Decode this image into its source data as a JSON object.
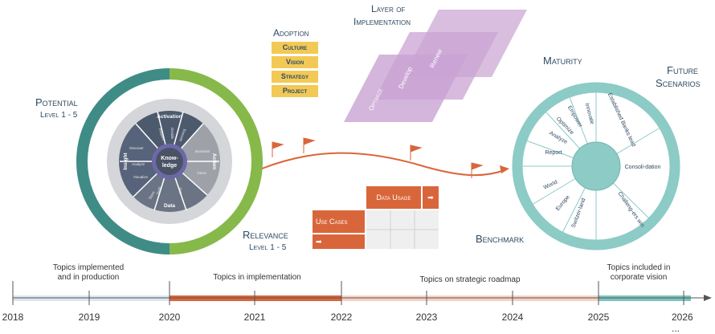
{
  "potential": {
    "title": "Potential",
    "level": "Level 1 - 5"
  },
  "relevance": {
    "title": "Relevance",
    "level": "Level 1 - 5"
  },
  "adoption": {
    "title": "Adoption",
    "items": [
      "Culture",
      "Vision",
      "Strategy",
      "Project"
    ]
  },
  "layer": {
    "title_line1": "Layer of",
    "title_line2": "Implementation",
    "layers": [
      "Optimize",
      "Develop",
      "Renew"
    ]
  },
  "maturity": {
    "title": "Maturity"
  },
  "future": {
    "line1": "Future",
    "line2": "Scenarios"
  },
  "benchmark": {
    "title": "Benchmark"
  },
  "wheel": {
    "center_line1": "Know-",
    "center_line2": "ledge",
    "sections": [
      "Activation",
      "Action",
      "Data",
      "Insight"
    ],
    "subs": [
      "Prepare",
      "Decide",
      "Execute",
      "Business",
      "Client",
      "Trust",
      "Risk",
      "Store",
      "Discover",
      "Analyze",
      "Visualize"
    ]
  },
  "maturity_wheel": {
    "segments": [
      "Innovate",
      "Empower",
      "Optimize",
      "Analyze",
      "Report",
      "World",
      "Europe",
      "Switzer-land",
      "Challeng-ers win",
      "Consoli-dation",
      "Established Banks lead"
    ]
  },
  "matrix": {
    "data_usage": "Data Usage",
    "use_cases": "Use Cases",
    "arrow": "➡"
  },
  "timeline": {
    "captions": [
      {
        "text_line1": "Topics implemented",
        "text_line2": "and in production"
      },
      {
        "text_line1": "Topics  in implementation",
        "text_line2": ""
      },
      {
        "text_line1": "Topics on strategic roadmap",
        "text_line2": ""
      },
      {
        "text_line1": "Topics included in",
        "text_line2": "corporate vision"
      }
    ],
    "years": [
      "2018",
      "2019",
      "2020",
      "2021",
      "2022",
      "2023",
      "2024",
      "2025",
      "2026 ..."
    ],
    "colors": {
      "implemented": "#dde6f0",
      "in_implementation": "#d9663b",
      "roadmap": "#f6d2c4",
      "vision": "#7cc4bf"
    }
  },
  "colors": {
    "teal": "#3f8c86",
    "green": "#86b94a",
    "orange": "#d9663b",
    "purple": "#c9a3d3",
    "maturity_teal": "#8ccbc6",
    "slate": "#4d5a6e"
  }
}
